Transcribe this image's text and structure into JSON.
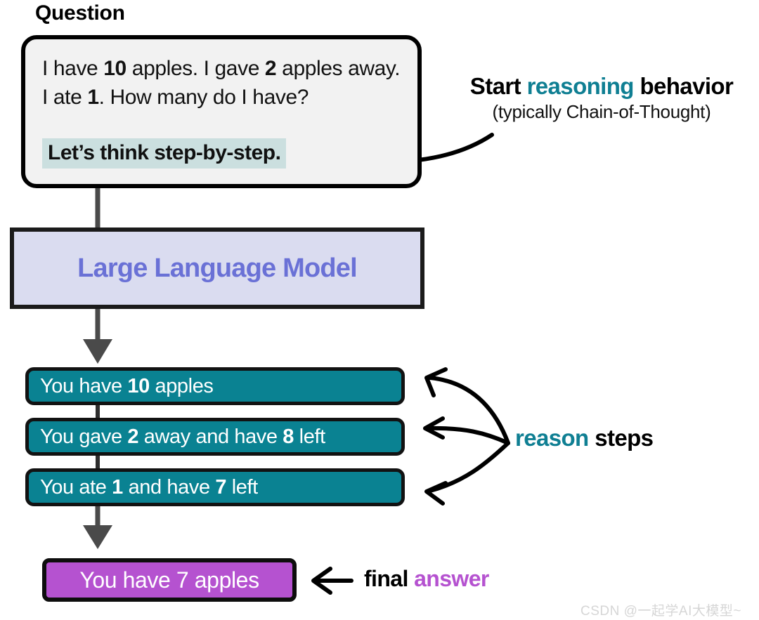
{
  "question": {
    "label": "Question",
    "prompt_html": "I have <b>10</b> apples. I gave <b>2</b> apples away. I ate <b>1</b>. How many do I have?",
    "prompt_plain": "I have 10 apples. I gave 2 apples away. I ate 1. How many do I have?",
    "cot_trigger": "Let’s think step-by-step."
  },
  "annotations": {
    "start_reasoning": {
      "prefix": "Start ",
      "accent": "reasoning",
      "suffix": " behavior",
      "subtitle": "(typically Chain-of-Thought)"
    },
    "reason_steps": {
      "accent": "reason",
      "suffix": " steps"
    },
    "final_answer": {
      "prefix": "final ",
      "accent": "answer"
    }
  },
  "model": {
    "label": "Large Language Model"
  },
  "steps": [
    {
      "html": "You have <b>10</b> apples",
      "plain": "You have 10 apples"
    },
    {
      "html": "You gave <b>2</b> away and have <b>8</b> left",
      "plain": "You gave 2 away and have 8 left"
    },
    {
      "html": "You ate <b>1</b> and have <b>7</b> left",
      "plain": "You ate 1 and have 7 left"
    }
  ],
  "final_answer": {
    "text": "You have 7 apples"
  },
  "watermark": {
    "text": "CSDN @一起学AI大模型~"
  },
  "colors": {
    "teal_fill": "#0a8292",
    "teal_accent": "#0f7f93",
    "teal_highlight": "#cbdfdf",
    "purple_fill": "#b552d0",
    "llm_fill": "#dadcf0",
    "llm_text": "#6a71d6",
    "card_fill": "#f2f2f2",
    "stroke": "#121212",
    "connector": "#4a4a4a"
  },
  "icons": {
    "down_arrow": "down-arrow-icon",
    "left_arrow": "left-arrow-icon",
    "curved_arrow": "curved-arrow-icon"
  }
}
